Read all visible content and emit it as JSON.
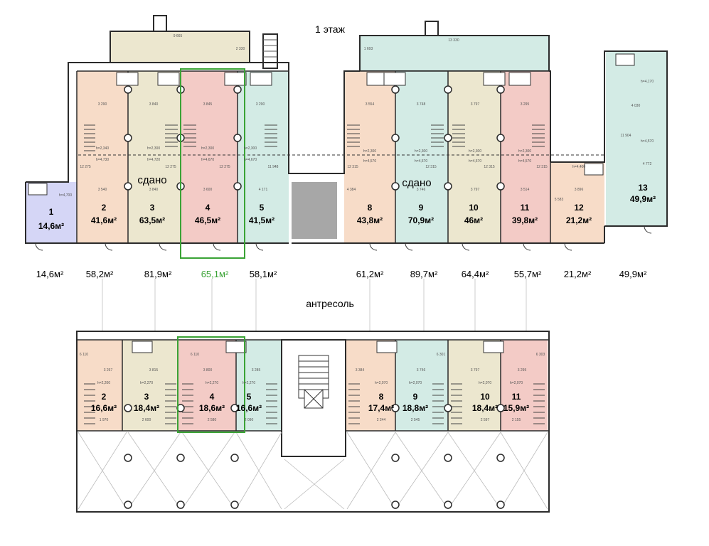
{
  "floor_title": "1 этаж",
  "mezzanine_title": "антресоль",
  "status_rented": "сдано",
  "selected_unit": "4",
  "colors": {
    "orange": "#f7dcc8",
    "olive": "#ece7cf",
    "pink": "#f3cbc6",
    "teal": "#d3ebe5",
    "lavender": "#d5d6f6",
    "wall": "#2b2b2b",
    "selected": "#3aa335",
    "grey_block": "#a7a7a7"
  },
  "ground_units": [
    {
      "num": "1",
      "area": "14,6м²",
      "total": "14,6м²"
    },
    {
      "num": "2",
      "area": "41,6м²",
      "total": "58,2м²"
    },
    {
      "num": "3",
      "area": "63,5м²",
      "total": "81,9м²"
    },
    {
      "num": "4",
      "area": "46,5м²",
      "total": "65,1м²"
    },
    {
      "num": "5",
      "area": "41,5м²",
      "total": "58,1м²"
    },
    {
      "num": "8",
      "area": "43,8м²",
      "total": "61,2м²"
    },
    {
      "num": "9",
      "area": "70,9м²",
      "total": "89,7м²"
    },
    {
      "num": "10",
      "area": "46м²",
      "total": "64,4м²"
    },
    {
      "num": "11",
      "area": "39,8м²",
      "total": "55,7м²"
    },
    {
      "num": "12",
      "area": "21,2м²",
      "total": "21,2м²"
    },
    {
      "num": "13",
      "area": "49,9м²",
      "total": "49,9м²"
    }
  ],
  "mezz_units": [
    {
      "num": "2",
      "area": "16,6м²"
    },
    {
      "num": "3",
      "area": "18,4м²"
    },
    {
      "num": "4",
      "area": "18,6м²"
    },
    {
      "num": "5",
      "area": "16,6м²"
    },
    {
      "num": "8",
      "area": "17,4м²"
    },
    {
      "num": "9",
      "area": "18,8м²"
    },
    {
      "num": "10",
      "area": "18,4м²"
    },
    {
      "num": "11",
      "area": "15,9м²"
    }
  ],
  "dims": {
    "top_left": "9 665",
    "top_left_h": "2 330",
    "top_right": "13 330",
    "top_right_h": "1 693",
    "u2_w": "3 290",
    "u3_w": "3 840",
    "u4_w": "3 845",
    "u5_w": "3 290",
    "u8_w": "3 554",
    "u9_w": "3 748",
    "u10_w": "3 797",
    "u11_w": "3 295",
    "u13_w": "4 030",
    "u13_h": "11 904",
    "u13_w2": "4 772",
    "u2_b": "3 540",
    "u3_b": "3 840",
    "u4_b": "3 600",
    "u5_b": "4 171",
    "u8_b": "4 384",
    "u9_b": "3 746",
    "u10_b": "3 797",
    "u11_b": "3 514",
    "u12_b": "3 896",
    "u12_h": "5 583",
    "depth_l": "12 275",
    "depth_5": "11 948",
    "depth_r": "12 315",
    "h_a": "h=2,340",
    "h_b": "h=4,730",
    "h_c": "h=2,300",
    "h_d": "h=4,720",
    "h_e": "h=4,670",
    "h_f": "h=4,570",
    "h_g": "h=4,700",
    "h_h": "h=4,170",
    "h_i": "h=4,400",
    "m_u2_w": "3 267",
    "m_u3_w": "3 815",
    "m_u4_w": "3 800",
    "m_u5_w": "3 285",
    "m_u8_w": "3 384",
    "m_u9_w": "3 746",
    "m_u10_w": "3 797",
    "m_u11_w": "3 295",
    "m_depth": "6 110",
    "m_depth_r": "6 301",
    "m_depth_11": "6 303",
    "m_h1": "h=2,200",
    "m_h2": "h=2,270",
    "m_h3": "h=2,070",
    "m_b2": "1 970",
    "m_b3": "2 600",
    "m_b4": "2 580",
    "m_b5": "2 090",
    "m_b8": "2 244",
    "m_b9": "2 545",
    "m_b10": "2 597",
    "m_b11": "2 155"
  }
}
